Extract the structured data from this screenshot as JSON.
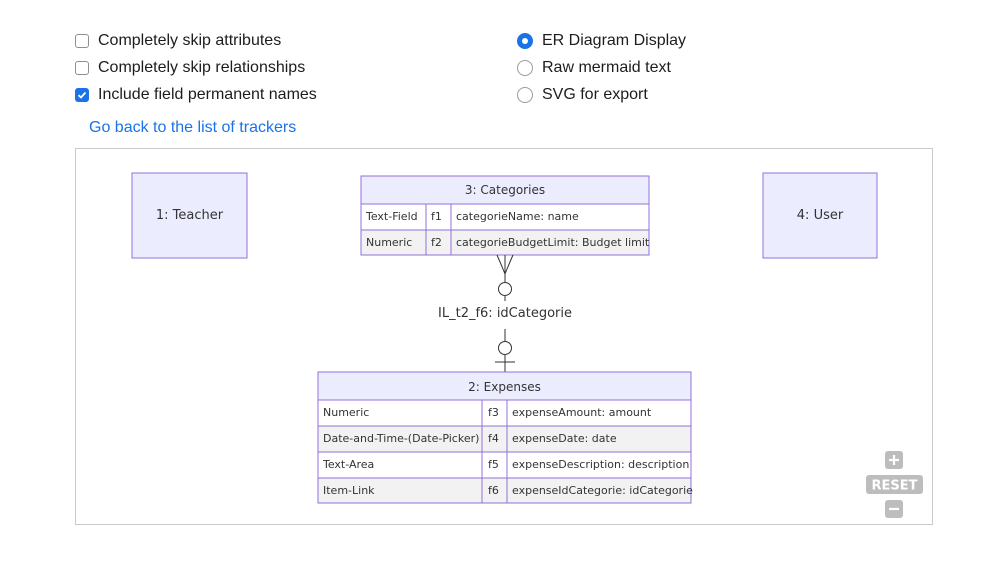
{
  "options": {
    "checkboxes": [
      {
        "label": "Completely skip attributes",
        "checked": false
      },
      {
        "label": "Completely skip relationships",
        "checked": false
      },
      {
        "label": "Include field permanent names",
        "checked": true
      }
    ],
    "radios": [
      {
        "label": "ER Diagram Display",
        "selected": true
      },
      {
        "label": "Raw mermaid text",
        "selected": false
      },
      {
        "label": "SVG for export",
        "selected": false
      }
    ]
  },
  "back_link": "Go back to the list of trackers",
  "diagram": {
    "entities": {
      "teacher": "1: Teacher",
      "user": "4: User",
      "categories": {
        "title": "3: Categories",
        "rows": [
          {
            "type": "Text-Field",
            "key": "f1",
            "name": "categorieName: name"
          },
          {
            "type": "Numeric",
            "key": "f2",
            "name": "categorieBudgetLimit: Budget limit"
          }
        ]
      },
      "expenses": {
        "title": "2: Expenses",
        "rows": [
          {
            "type": "Numeric",
            "key": "f3",
            "name": "expenseAmount: amount"
          },
          {
            "type": "Date-and-Time-(Date-Picker)",
            "key": "f4",
            "name": "expenseDate: date"
          },
          {
            "type": "Text-Area",
            "key": "f5",
            "name": "expenseDescription: description"
          },
          {
            "type": "Item-Link",
            "key": "f6",
            "name": "expenseIdCategorie: idCategorie"
          }
        ]
      }
    },
    "relationship_label": "IL_t2_f6: idCategorie",
    "colors": {
      "entity_fill": "#ececff",
      "entity_stroke": "#9370db",
      "row_alt": "#f2f2f2"
    }
  },
  "zoom_controls": {
    "zoom_in": "+",
    "reset": "RESET",
    "zoom_out": "−"
  }
}
